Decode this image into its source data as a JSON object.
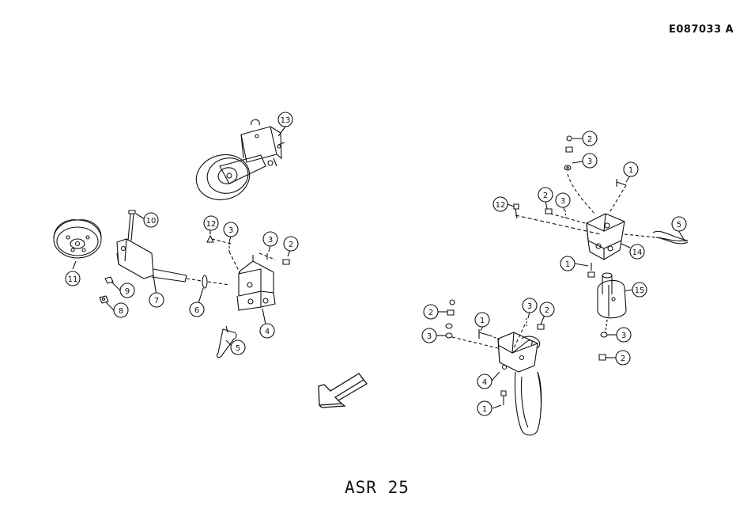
{
  "doc_ref": "E087033  A",
  "title": "ASR 25",
  "callouts": {
    "c13": "13",
    "c10": "10",
    "c11": "11",
    "c9": "9",
    "c8": "8",
    "c7": "7",
    "c6": "6",
    "c12a": "12",
    "c3a": "3",
    "c3b": "3",
    "c2a": "2",
    "c4a": "4",
    "c5a": "5",
    "c2b": "2",
    "c3c": "3",
    "c1a": "1",
    "c12b": "12",
    "c2c": "2",
    "c3d": "3",
    "c5b": "5",
    "c14": "14",
    "c1b": "1",
    "c15": "15",
    "c3e": "3",
    "c2d": "2",
    "c2e": "2",
    "c3f": "3",
    "c1c": "1",
    "c3g": "3",
    "c2f": "2",
    "c4b": "4",
    "c1d": "1"
  }
}
